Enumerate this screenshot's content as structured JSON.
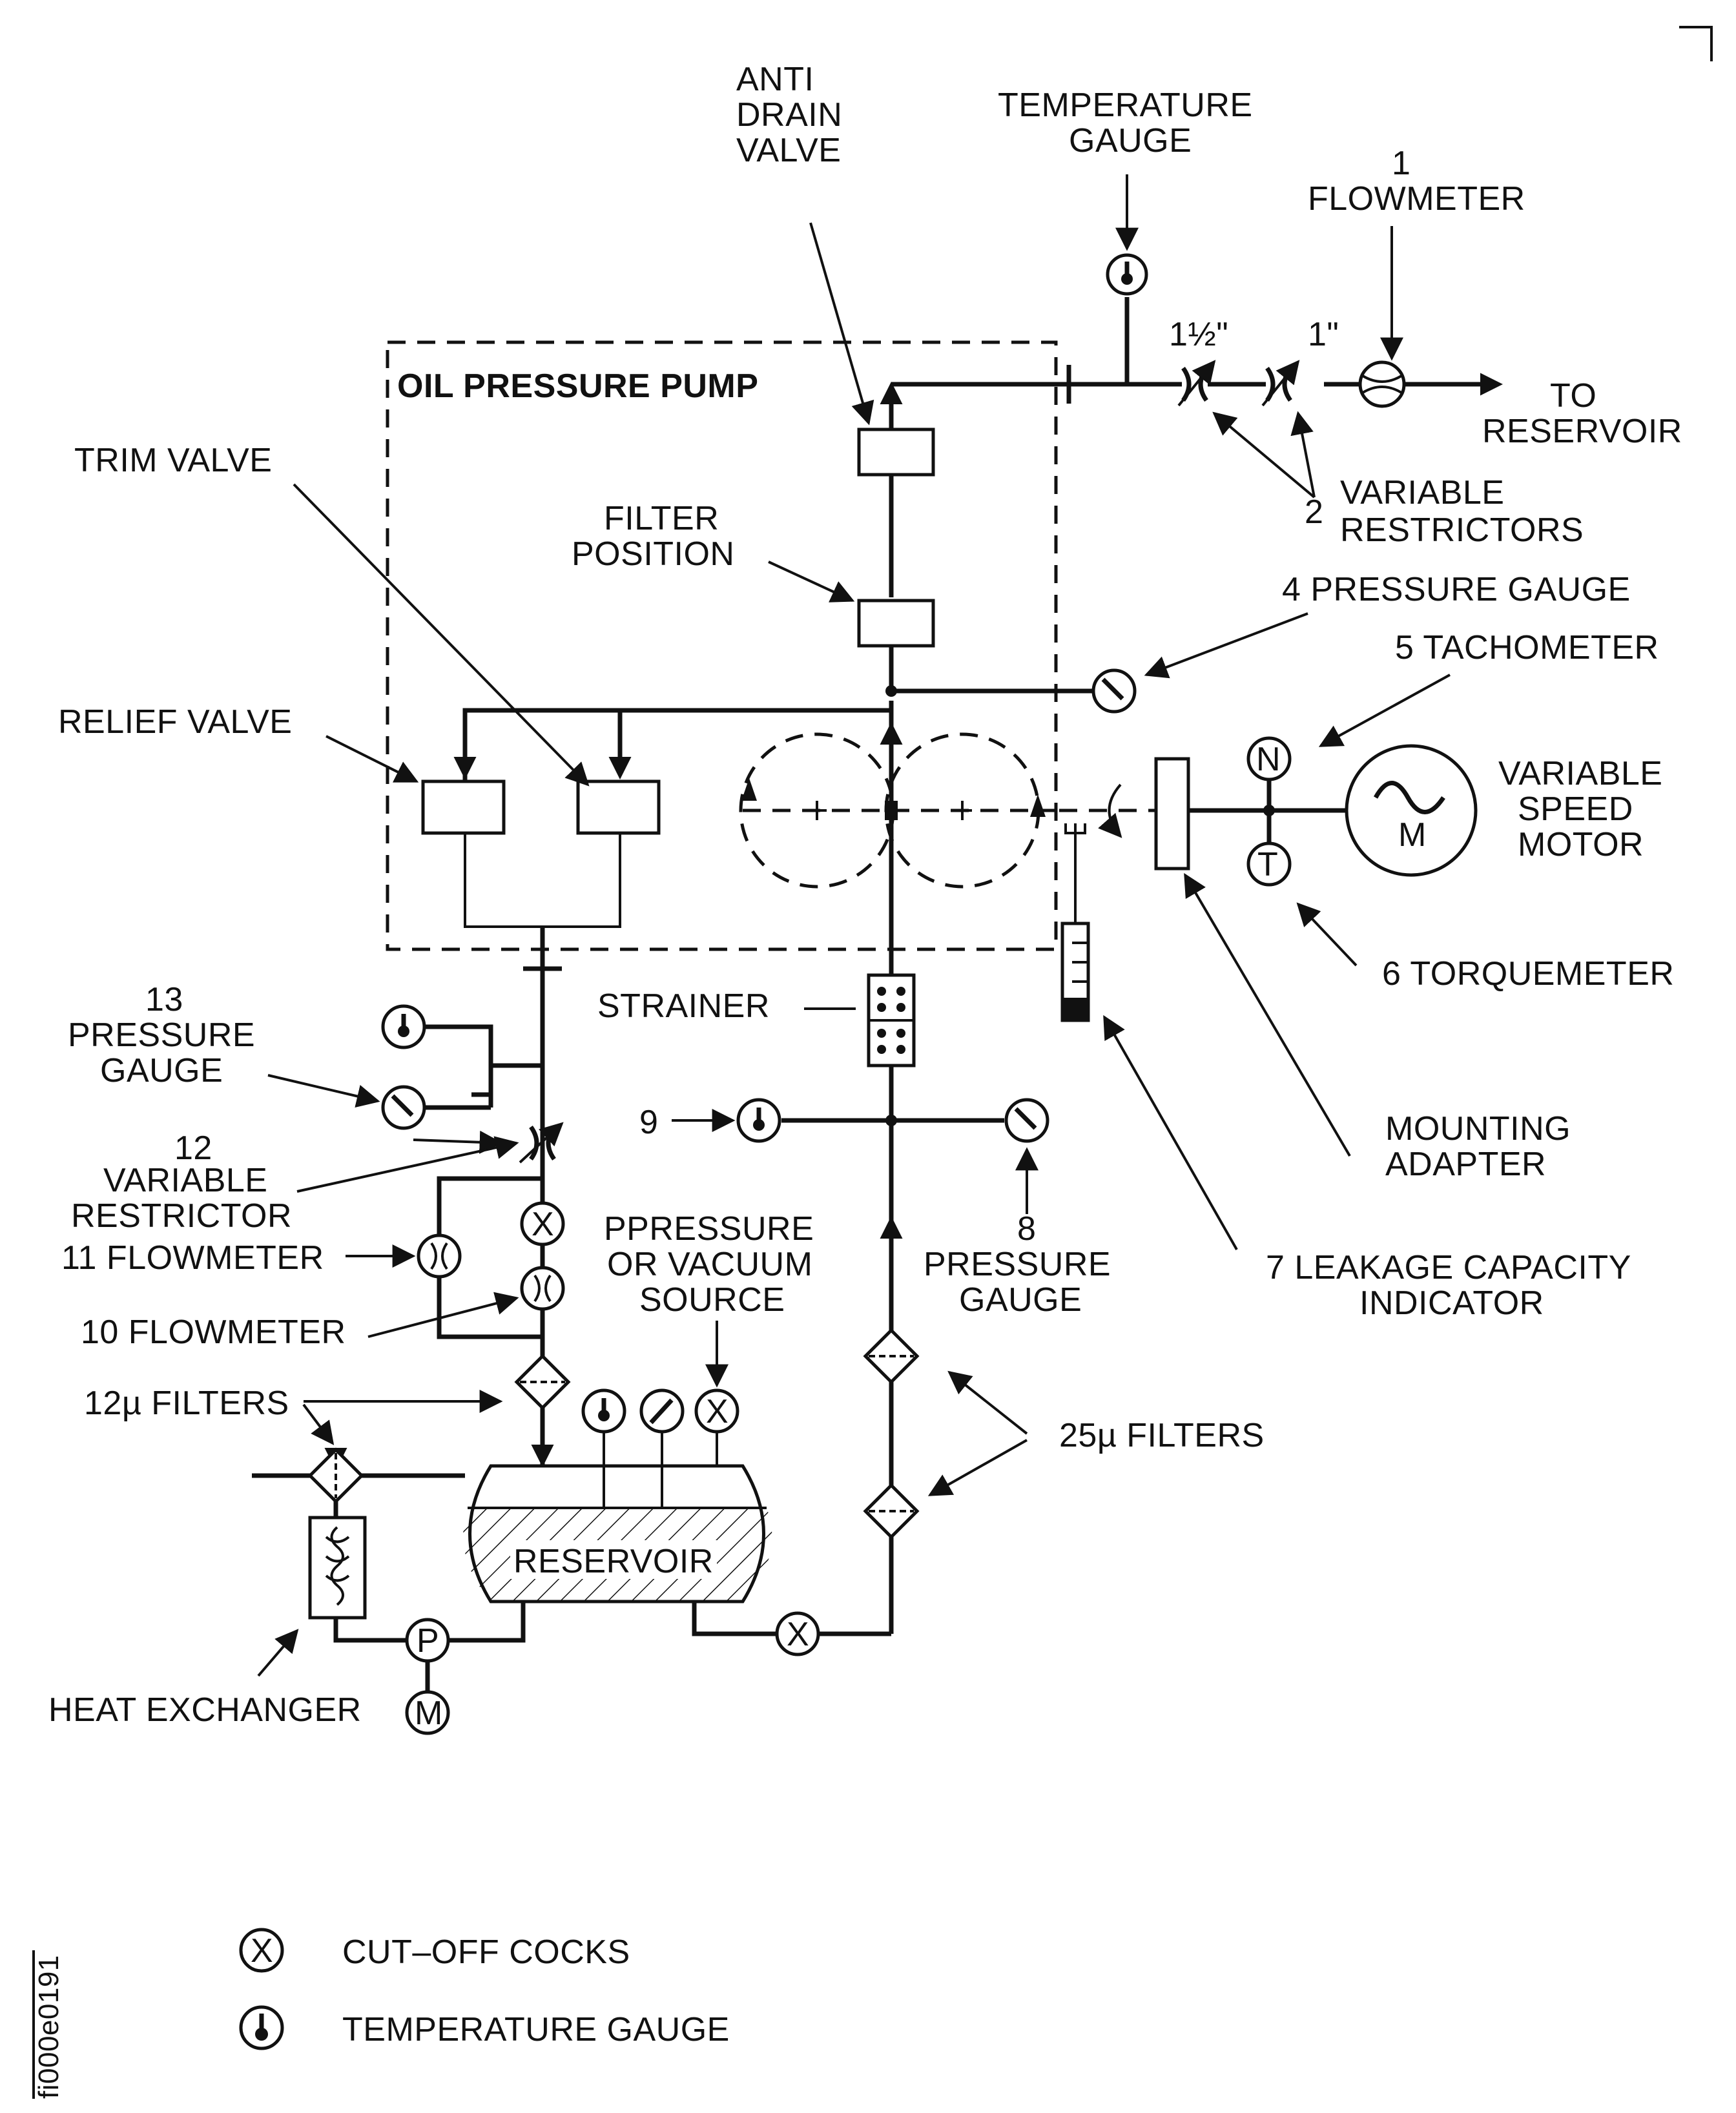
{
  "labels": {
    "anti_drain_valve": [
      "ANTI",
      "DRAIN",
      "VALVE"
    ],
    "temperature_gauge_top": [
      "TEMPERATURE",
      "GAUGE"
    ],
    "flowmeter_1": [
      "1",
      "FLOWMETER"
    ],
    "restrictor_1_5": "1½\"",
    "restrictor_1": "1\"",
    "to_reservoir": [
      "TO",
      "RESERVOIR"
    ],
    "oil_pressure_pump": "OIL PRESSURE PUMP",
    "trim_valve": "TRIM VALVE",
    "filter_position": [
      "FILTER",
      "POSITION"
    ],
    "variable_restrictors_2_num": "2",
    "variable_restrictors_2": [
      "VARIABLE",
      "RESTRICTORS"
    ],
    "pressure_gauge_4": "4   PRESSURE GAUGE",
    "tachometer_5": "5  TACHOMETER",
    "relief_valve": "RELIEF VALVE",
    "variable_speed_motor": [
      "VARIABLE",
      "SPEED",
      "MOTOR"
    ],
    "torquemeter_6": "6 TORQUEMETER",
    "pressure_gauge_13": [
      "13",
      "PRESSURE",
      "GAUGE"
    ],
    "strainer": "STRAINER",
    "mounting_adapter": [
      "MOUNTING",
      "ADAPTER"
    ],
    "variable_restrictor_12": [
      "12",
      "VARIABLE",
      "RESTRICTOR"
    ],
    "label_9": "9",
    "flowmeter_11": "11 FLOWMETER",
    "pressure_vacuum_source": [
      "PPRESSURE",
      "OR VACUUM",
      "SOURCE"
    ],
    "pressure_gauge_8": [
      "8",
      "PRESSURE",
      "GAUGE"
    ],
    "leakage_capacity_indicator_7": [
      "7 LEAKAGE CAPACITY",
      "INDICATOR"
    ],
    "flowmeter_10": "10 FLOWMETER",
    "filters_12": "12µ FILTERS",
    "filters_25": "25µ FILTERS",
    "reservoir": "RESERVOIR",
    "heat_exchanger": "HEAT EXCHANGER",
    "figure_id": "fi000e0191"
  },
  "symbols": {
    "flowmeter_glyph": "()",
    "cock_glyph": "X",
    "tacho_glyph": "N",
    "torque_glyph": "T",
    "motor_glyph": "M",
    "pump_glyph": "P"
  },
  "legend": [
    {
      "symbol": "X",
      "text": "CUT–OFF COCKS"
    },
    {
      "symbol": "temp",
      "text": "TEMPERATURE  GAUGE"
    }
  ]
}
